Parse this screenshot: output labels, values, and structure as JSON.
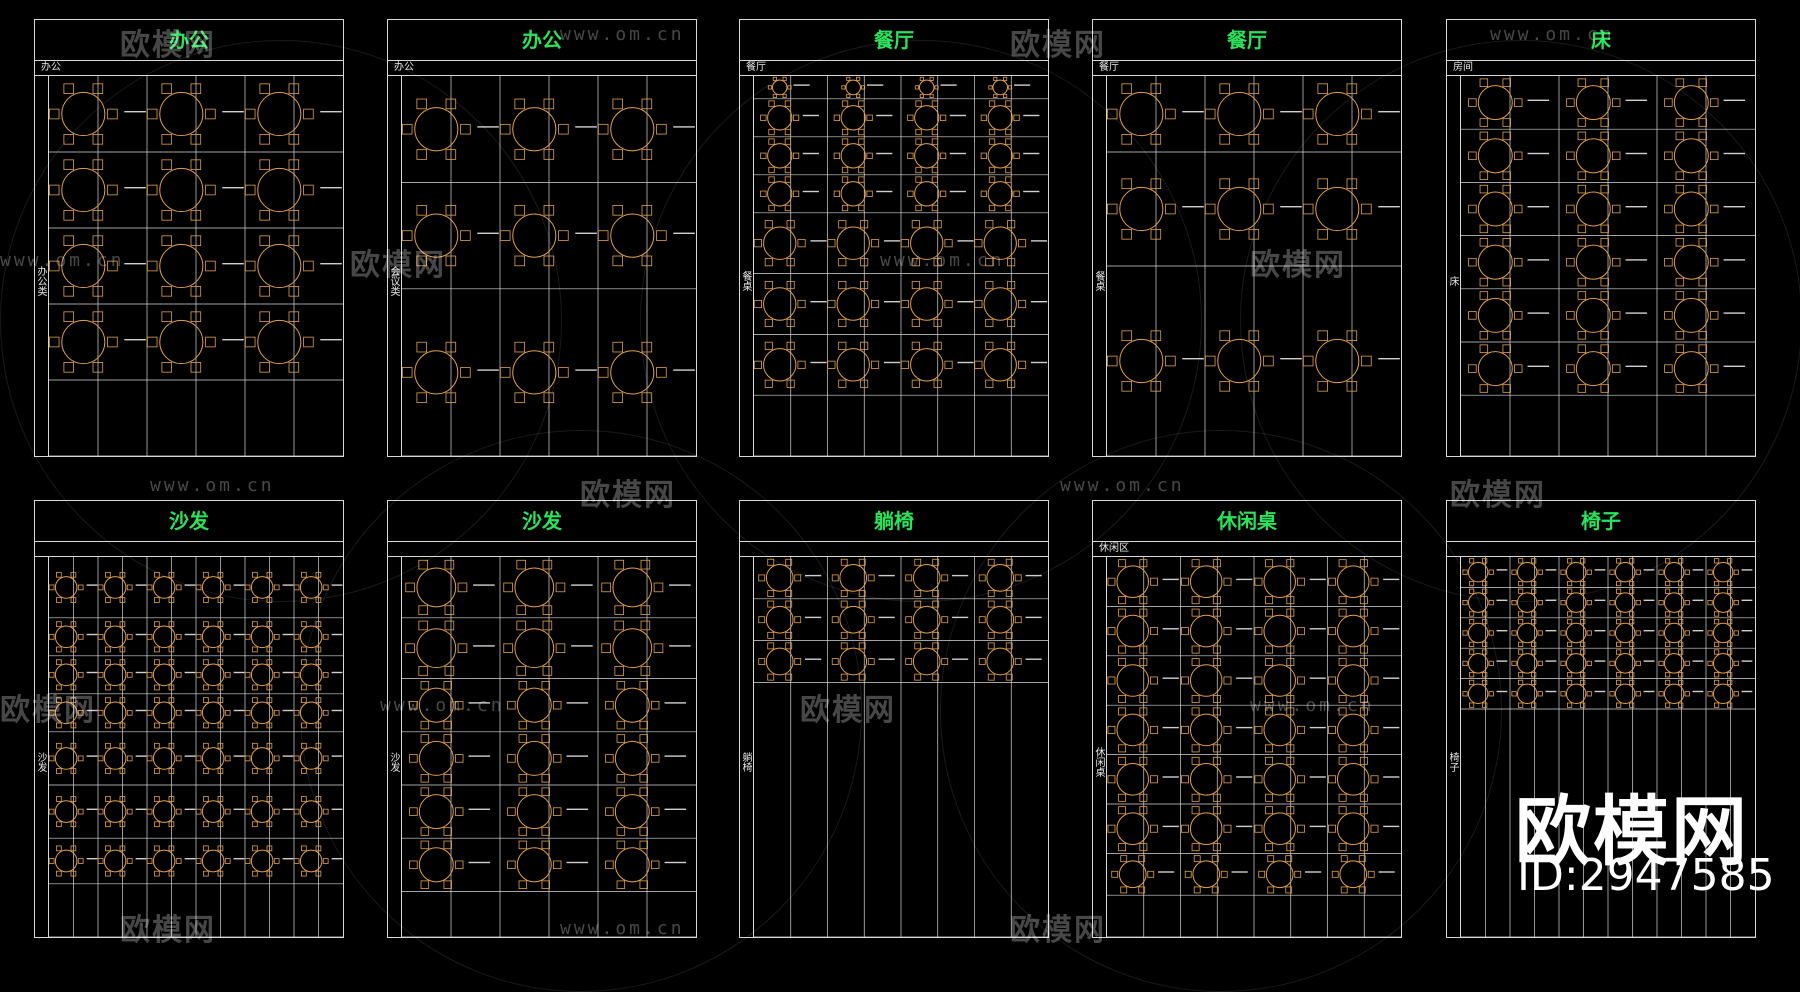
{
  "sheets": [
    {
      "title": "办公",
      "sub": "办公",
      "cat": "办公类",
      "cols": 6,
      "rows": [
        0.2,
        0.2,
        0.2,
        0.2,
        0.2
      ]
    },
    {
      "title": "办公",
      "sub": "办公",
      "cat": "会议类",
      "cols": 6,
      "rows": [
        0.28,
        0.28,
        0.44
      ]
    },
    {
      "title": "餐厅",
      "sub": "餐厅",
      "cat": "餐桌",
      "cols": 8,
      "rows": [
        0.06,
        0.1,
        0.1,
        0.1,
        0.16,
        0.16,
        0.16,
        0.16
      ]
    },
    {
      "title": "餐厅",
      "sub": "餐厅",
      "cat": "餐桌",
      "cols": 6,
      "rows": [
        0.2,
        0.3,
        0.5
      ]
    },
    {
      "title": "床",
      "sub": "房间",
      "cat": "床",
      "cols": 6,
      "rows": [
        0.14,
        0.14,
        0.14,
        0.14,
        0.14,
        0.14,
        0.16
      ]
    },
    {
      "title": "沙发",
      "sub": "",
      "cat": "沙发",
      "cols": 12,
      "rows": [
        0.16,
        0.1,
        0.1,
        0.1,
        0.14,
        0.14,
        0.12,
        0.14
      ]
    },
    {
      "title": "沙发",
      "sub": "",
      "cat": "沙发",
      "cols": 6,
      "rows": [
        0.16,
        0.16,
        0.14,
        0.14,
        0.14,
        0.14,
        0.12
      ]
    },
    {
      "title": "躺椅",
      "sub": "",
      "cat": "躺椅",
      "cols": 8,
      "rows": [
        0.11,
        0.11,
        0.11,
        0.67
      ]
    },
    {
      "title": "休闲桌",
      "sub": "休闲区",
      "cat": "休闲桌",
      "cols": 8,
      "rows": [
        0.13,
        0.13,
        0.13,
        0.13,
        0.13,
        0.13,
        0.11,
        0.11
      ]
    },
    {
      "title": "椅子",
      "sub": "",
      "cat": "椅子",
      "cols": 12,
      "rows": [
        0.08,
        0.08,
        0.08,
        0.08,
        0.08,
        0.6
      ]
    }
  ],
  "watermark": {
    "brand": "欧模网",
    "url": "www.om.cn",
    "logo_text": "欧模网",
    "id_label": "ID:2947585"
  },
  "colors": {
    "background": "#000000",
    "grid_line": "#d8d8d8",
    "title": "#29e35a",
    "furniture": "#e2a04a"
  }
}
